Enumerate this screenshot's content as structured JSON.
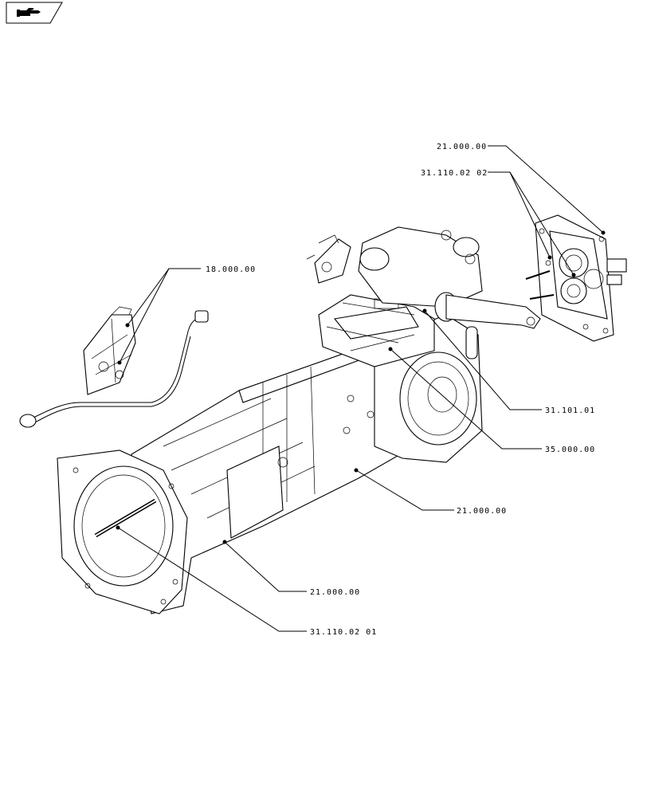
{
  "toolbar": {
    "nav_icon": "hand-pointer-icon"
  },
  "callouts": {
    "c1": "21.000.00",
    "c2": "31.110.02 02",
    "c3": "18.000.00",
    "c4": "31.101.01",
    "c5": "35.000.00",
    "c6": "21.000.00",
    "c7": "21.000.00",
    "c8": "31.110.02 01"
  }
}
